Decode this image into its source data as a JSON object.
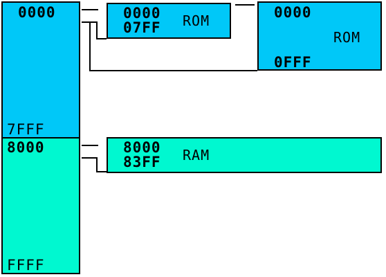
{
  "column": {
    "rom_start": "0000",
    "rom_end": "7FFF",
    "ram_start": "8000",
    "ram_end": "FFFF"
  },
  "rom_small": {
    "start": "0000",
    "end": "07FF",
    "label": "ROM"
  },
  "rom_large": {
    "start": "0000",
    "end": "0FFF",
    "label": "ROM"
  },
  "ram_box": {
    "start": "8000",
    "end": "83FF",
    "label": "RAM"
  },
  "colors": {
    "rom": "#00c8f8",
    "ram": "#00f8d0",
    "border": "#000000"
  }
}
